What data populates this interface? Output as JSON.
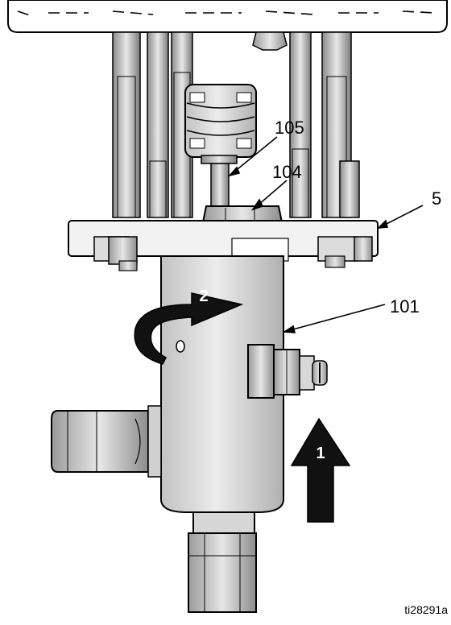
{
  "figure": {
    "id_label": "ti28291a",
    "callouts": {
      "c105": "105",
      "c104": "104",
      "c5": "5",
      "c101": "101"
    },
    "steps": {
      "step1": "1",
      "step2": "2"
    }
  },
  "colors": {
    "line": "#000000",
    "light_gray": "#e0e0e0",
    "mid_gray": "#b4b4b4",
    "dark_gray": "#7a7a7a",
    "arrow_fill": "#111111"
  },
  "icons": {
    "step1_arrow": "up-arrow",
    "step2_arrow": "curved-rotate-arrow"
  }
}
